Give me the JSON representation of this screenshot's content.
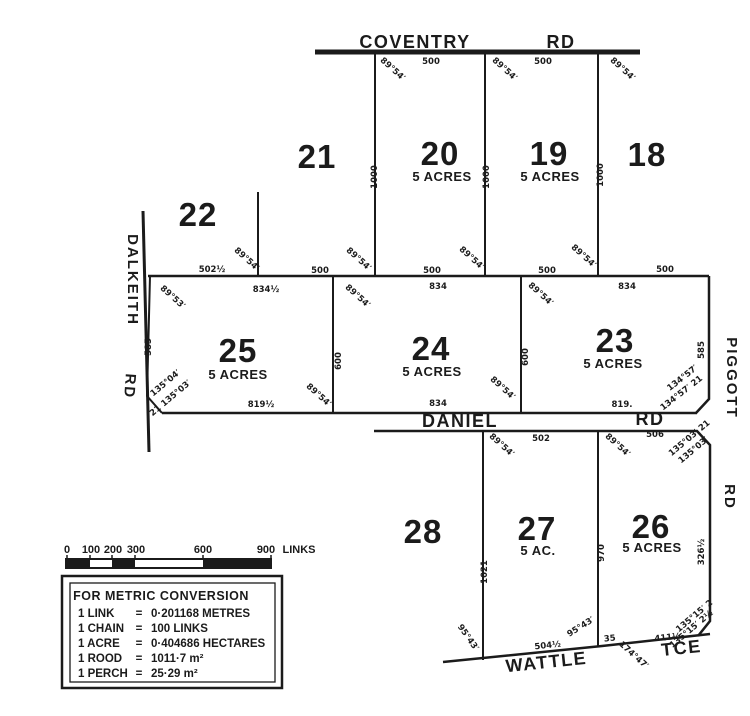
{
  "map": {
    "roads": {
      "coventry": {
        "name": "COVENTRY",
        "type": "RD"
      },
      "daniel": {
        "name": "DANIEL",
        "type": "RD"
      },
      "wattle": {
        "name": "WATTLE",
        "type": "TCE"
      },
      "dalkeith": {
        "name": "DALKEITH",
        "type": "RD"
      },
      "piggott": {
        "name": "PIGGOTT",
        "type": "RD"
      }
    },
    "lots": {
      "18": {
        "number": "18"
      },
      "19": {
        "number": "19",
        "area": "5 ACRES"
      },
      "20": {
        "number": "20",
        "area": "5 ACRES"
      },
      "21": {
        "number": "21"
      },
      "22": {
        "number": "22"
      },
      "23": {
        "number": "23",
        "area": "5 ACRES"
      },
      "24": {
        "number": "24",
        "area": "5 ACRES"
      },
      "25": {
        "number": "25",
        "area": "5 ACRES"
      },
      "26": {
        "number": "26",
        "area": "5 ACRES"
      },
      "27": {
        "number": "27",
        "area": "5 AC."
      },
      "28": {
        "number": "28"
      }
    },
    "dims": {
      "coventry_front": [
        "500",
        "500"
      ],
      "coventry_angles": [
        "89°54′",
        "89°54′",
        "89°54′"
      ],
      "top_depths": [
        "1000",
        "1000",
        "1000"
      ],
      "mid_north": [
        "502½",
        "89°54′",
        "500",
        "89°54′",
        "500",
        "89°54′",
        "500",
        "89°54′",
        "500"
      ],
      "mid_south": [
        "834½",
        "89°53′",
        "89°54′",
        "834",
        "89°54′",
        "834"
      ],
      "mid_depths": [
        "585",
        "600",
        "600",
        "585"
      ],
      "daniel_north": [
        "135°04′",
        "21 135°03′",
        "819½",
        "89°54′",
        "834",
        "89°54′",
        "819.",
        "134°57′",
        "134°57′ 21"
      ],
      "daniel_south": [
        "89°54′",
        "502",
        "89°54′",
        "506",
        "135°03′ 21",
        "135°03′"
      ],
      "low_depths": [
        "1021",
        "970",
        "326½"
      ],
      "wattle_row": [
        "95°43′",
        "95°43′",
        "504½",
        "35",
        "174°47′",
        "411½",
        "135°15′ 2",
        "135°15′ 2½"
      ]
    }
  },
  "scalebar": {
    "labels": [
      "0",
      "100",
      "200",
      "300",
      "600",
      "900"
    ],
    "unit": "LINKS"
  },
  "conversion": {
    "title": "FOR METRIC CONVERSION",
    "rows": [
      {
        "term": "1 LINK",
        "eq": "=",
        "value": "0·201168 METRES"
      },
      {
        "term": "1 CHAIN",
        "eq": "=",
        "value": "100 LINKS"
      },
      {
        "term": "1 ACRE",
        "eq": "=",
        "value": "0·404686 HECTARES"
      },
      {
        "term": "1 ROOD",
        "eq": "=",
        "value": "1011·7 m²"
      },
      {
        "term": "1 PERCH",
        "eq": "=",
        "value": "25·29 m²"
      }
    ]
  },
  "colors": {
    "ink": "#1b1b1b",
    "paper": "#ffffff"
  }
}
